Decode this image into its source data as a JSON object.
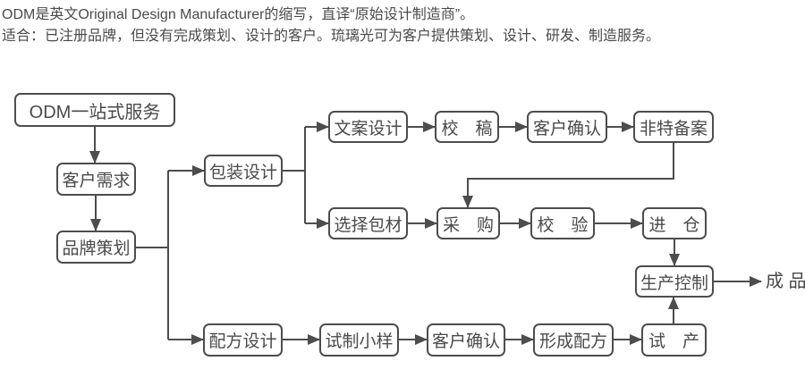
{
  "header": {
    "line1": "ODM是英文Original Design Manufacturer的缩写，直译“原始设计制造商”。",
    "line2": "适合：已注册品牌，但没有完成策划、设计的客户。琉璃光可为客户提供策划、设计、研发、制造服务。"
  },
  "flowchart": {
    "nodes": {
      "odm_service": "ODM一站式服务",
      "customer_needs": "客户需求",
      "brand_planning": "品牌策划",
      "packaging_design": "包装设计",
      "copy_design": "文案设计",
      "proofreading": "校　稿",
      "client_confirm_top": "客户确认",
      "special_filing": "非特备案",
      "select_packaging": "选择包材",
      "purchase": "采　购",
      "inspection": "校　验",
      "warehousing": "进　仓",
      "production_control": "生产控制",
      "formula_design": "配方设计",
      "trial_sample": "试制小样",
      "client_confirm_bottom": "客户确认",
      "form_formula": "形成配方",
      "trial_production": "试　产",
      "finished_product": "成 品"
    }
  },
  "colors": {
    "line": "#4d4d4d",
    "text": "#4a4a4a",
    "background": "#ffffff"
  }
}
